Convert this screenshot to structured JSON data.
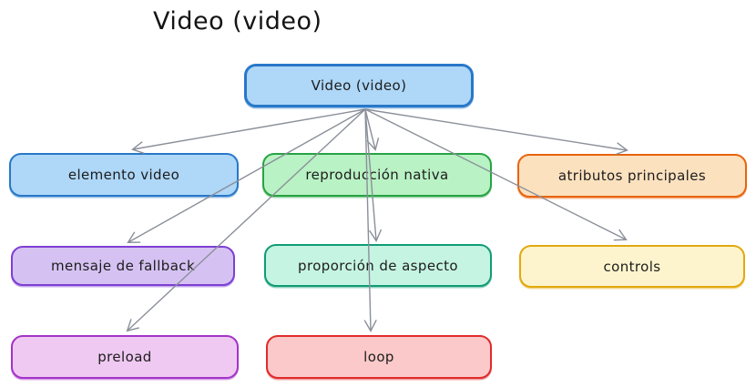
{
  "diagram": {
    "title": "Video (video)",
    "type": "flowchart-mindmap",
    "palette": {
      "edge_color": "#8a8f99",
      "text_color": "#1c1c1c",
      "blue": {
        "fill": "#aed7f8",
        "stroke": "#2878c8"
      },
      "green": {
        "fill": "#b9f2c4",
        "stroke": "#27a343"
      },
      "orange": {
        "fill": "#fce1bf",
        "stroke": "#e8630c"
      },
      "violet": {
        "fill": "#d5c2f2",
        "stroke": "#7e3fd4"
      },
      "teal": {
        "fill": "#c5f4e3",
        "stroke": "#129b76"
      },
      "yellow": {
        "fill": "#fdf4cd",
        "stroke": "#e2a90e"
      },
      "magenta": {
        "fill": "#efc9f2",
        "stroke": "#a333c8"
      },
      "red": {
        "fill": "#fbc9c9",
        "stroke": "#df2b2b"
      }
    },
    "nodes": {
      "root": {
        "label": "Video (video)",
        "color": "blue"
      },
      "elemento": {
        "label": "elemento video",
        "color": "blue"
      },
      "reproduccion": {
        "label": "reproducción nativa",
        "color": "green"
      },
      "atributos": {
        "label": "atributos principales",
        "color": "orange"
      },
      "mensaje": {
        "label": "mensaje de fallback",
        "color": "violet"
      },
      "proporcion": {
        "label": "proporción de aspecto",
        "color": "teal"
      },
      "controls": {
        "label": "controls",
        "color": "yellow"
      },
      "preload": {
        "label": "preload",
        "color": "magenta"
      },
      "loop": {
        "label": "loop",
        "color": "red"
      }
    },
    "edges": [
      {
        "from": "root",
        "to": "elemento"
      },
      {
        "from": "root",
        "to": "reproduccion"
      },
      {
        "from": "root",
        "to": "atributos"
      },
      {
        "from": "root",
        "to": "mensaje"
      },
      {
        "from": "root",
        "to": "proporcion"
      },
      {
        "from": "root",
        "to": "controls"
      },
      {
        "from": "root",
        "to": "preload"
      },
      {
        "from": "root",
        "to": "loop"
      }
    ]
  }
}
